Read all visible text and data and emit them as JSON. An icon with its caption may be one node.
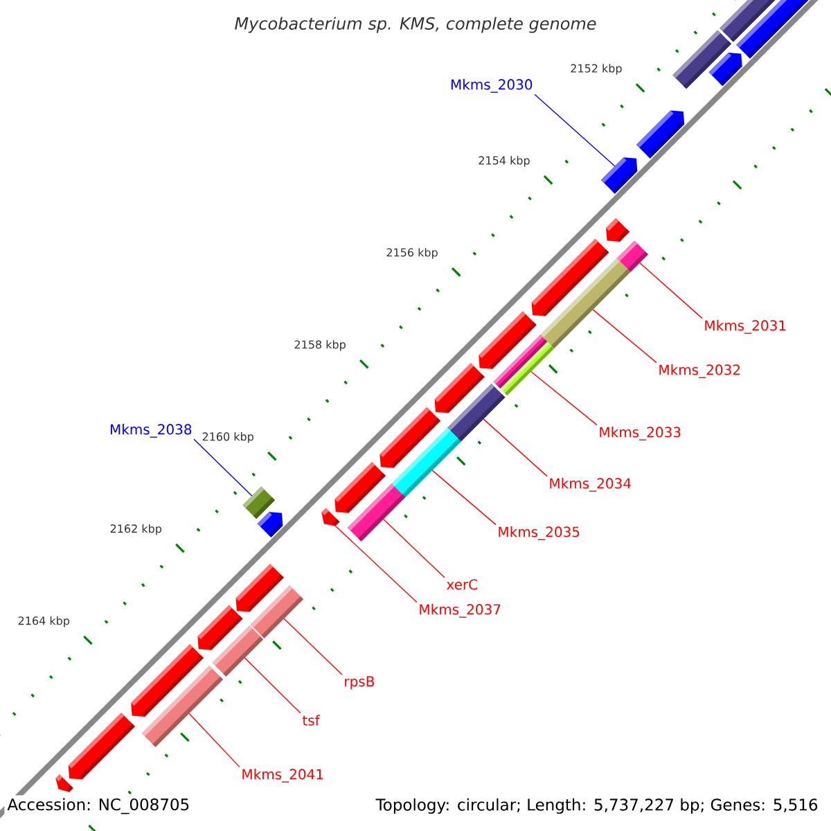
{
  "diagram": {
    "title": "Mycobacterium sp. KMS, complete genome",
    "nodes": [
      {
        "text": [
          "Mkms_2030"
        ]
      },
      {
        "text": [],
        "shape": "arrow"
      },
      {
        "text": [
          "Mkms_2031"
        ]
      },
      {
        "text": [],
        "shape": "bar"
      },
      {
        "text": [
          "Mkms_2032"
        ]
      },
      {
        "text": [],
        "shape": "bar"
      },
      {
        "text": [
          "Mkms_2038"
        ]
      },
      {
        "text": [],
        "shape": "bar"
      },
      {
        "text": [
          "Mkms_2033"
        ]
      },
      {
        "text": [],
        "shape": "bar"
      },
      {
        "text": [
          "Mkms_2034"
        ]
      },
      {
        "text": [],
        "shape": "bar"
      },
      {
        "text": [
          "Mkms_2035"
        ]
      },
      {
        "text": [],
        "shape": "bar"
      },
      {
        "text": [
          "xerC"
        ]
      },
      {
        "text": [],
        "shape": "bar"
      },
      {
        "text": [
          "Mkms_2037"
        ]
      },
      {
        "text": [],
        "shape": "arrow"
      },
      {
        "text": [
          "rpsB"
        ]
      },
      {
        "text": [],
        "shape": "bar"
      },
      {
        "text": [
          "tsf"
        ]
      },
      {
        "text": [],
        "shape": "bar"
      },
      {
        "text": [
          "Mkms_2041"
        ]
      },
      {
        "text": [],
        "shape": "bar"
      },
      {
        "text": [],
        "shape": "arrow"
      },
      {
        "text": [],
        "shape": "arrow"
      },
      {
        "text": [],
        "shape": "arrow"
      },
      {
        "text": [],
        "shape": "arrow"
      },
      {
        "text": [],
        "shape": "arrow"
      },
      {
        "text": [],
        "shape": "arrow"
      },
      {
        "text": [],
        "shape": "arrow"
      },
      {
        "text": [],
        "shape": "arrow"
      },
      {
        "text": [],
        "shape": "arrow"
      },
      {
        "text": [],
        "shape": "arrow"
      },
      {
        "text": [],
        "shape": "arrow"
      },
      {
        "text": [],
        "shape": "arrow"
      },
      {
        "text": [],
        "shape": "arrow"
      },
      {
        "text": [],
        "shape": "arrow"
      },
      {
        "text": [],
        "shape": "arrow"
      },
      {
        "text": [],
        "shape": "bar"
      },
      {
        "text": [],
        "shape": "bar"
      },
      {
        "text": [],
        "shape": "bar"
      }
    ],
    "edges": [
      {
        "from": 0,
        "to": 1,
        "arrow": "none",
        "color": "#0000ff"
      },
      {
        "from": 2,
        "to": 3,
        "arrow": "none"
      },
      {
        "from": 4,
        "to": 5,
        "arrow": "none"
      },
      {
        "from": 6,
        "to": 7,
        "arrow": "none",
        "color": "#0000ff"
      },
      {
        "from": 8,
        "to": 9,
        "arrow": "none"
      },
      {
        "from": 10,
        "to": 11,
        "arrow": "none"
      },
      {
        "from": 12,
        "to": 13,
        "arrow": "none"
      },
      {
        "from": 14,
        "to": 15,
        "arrow": "none"
      },
      {
        "from": 16,
        "to": 17,
        "arrow": "none"
      },
      {
        "from": 18,
        "to": 19,
        "arrow": "none"
      },
      {
        "from": 20,
        "to": 21,
        "arrow": "none"
      },
      {
        "from": 22,
        "to": 23,
        "arrow": "none"
      }
    ],
    "labels": [
      "2152 kbp",
      "2154 kbp",
      "2156 kbp",
      "2158 kbp",
      "2160 kbp",
      "2162 kbp",
      "2164 kbp",
      "Accession: NC_008705",
      "Topology: circular; Length: 5,737,227 bp; Genes: 5,516"
    ]
  }
}
